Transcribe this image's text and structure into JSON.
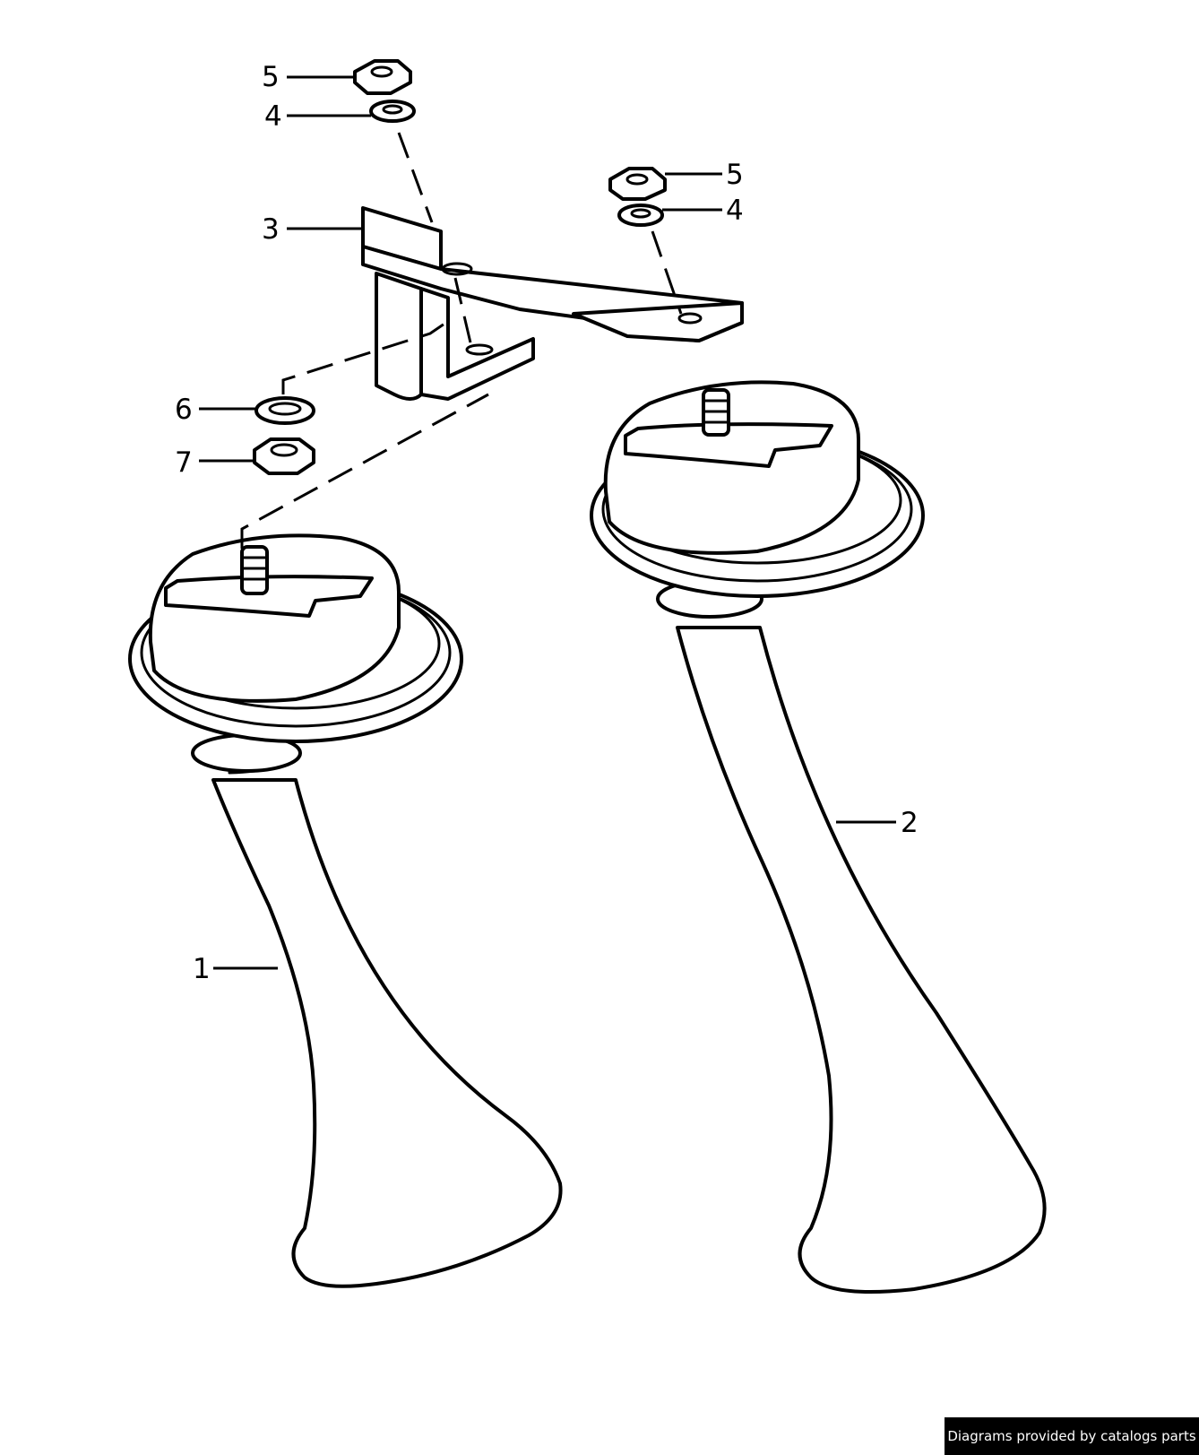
{
  "diagram": {
    "callouts": {
      "c1": "1",
      "c2": "2",
      "c3": "3",
      "c4a": "4",
      "c4b": "4",
      "c5a": "5",
      "c5b": "5",
      "c6": "6",
      "c7": "7"
    },
    "parts": [
      "horn-low",
      "horn-high",
      "bracket",
      "lock-washer",
      "hex-nut",
      "flat-washer",
      "hex-nut"
    ]
  },
  "footer": {
    "credit": "Diagrams provided by catalogs parts"
  }
}
